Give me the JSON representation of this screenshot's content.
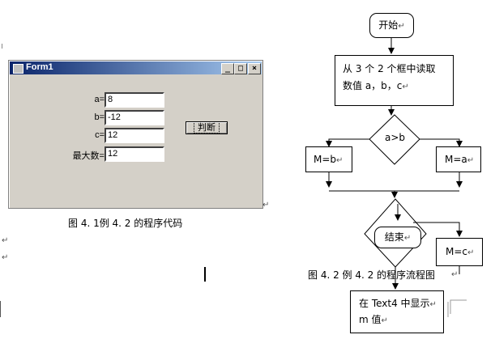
{
  "form": {
    "title": "Form1",
    "btn_min": "_",
    "btn_max": "□",
    "btn_close": "×",
    "label_a": "a=",
    "label_b": "b=",
    "label_c": "c=",
    "label_max": "最大数=",
    "value_a": "8",
    "value_b": "-12",
    "value_c": "12",
    "value_max": "12",
    "judge_label": "判断"
  },
  "caption_left": "图 4. 1例 4. 2 的程序代码",
  "caption_right": "图 4. 2 例 4. 2 的程序流程图",
  "para_mark": "↵",
  "flow": {
    "start": "开始",
    "read_line1": "从 3 个 2 个框中读取",
    "read_line2": "数值 a，b，c",
    "cond": "a>b",
    "left_assign": "M=b",
    "right_assign": "M=a",
    "end": "结束",
    "assign_c": "M=c",
    "show_line1": "在 Text4 中显示",
    "show_line2": "m  值"
  }
}
